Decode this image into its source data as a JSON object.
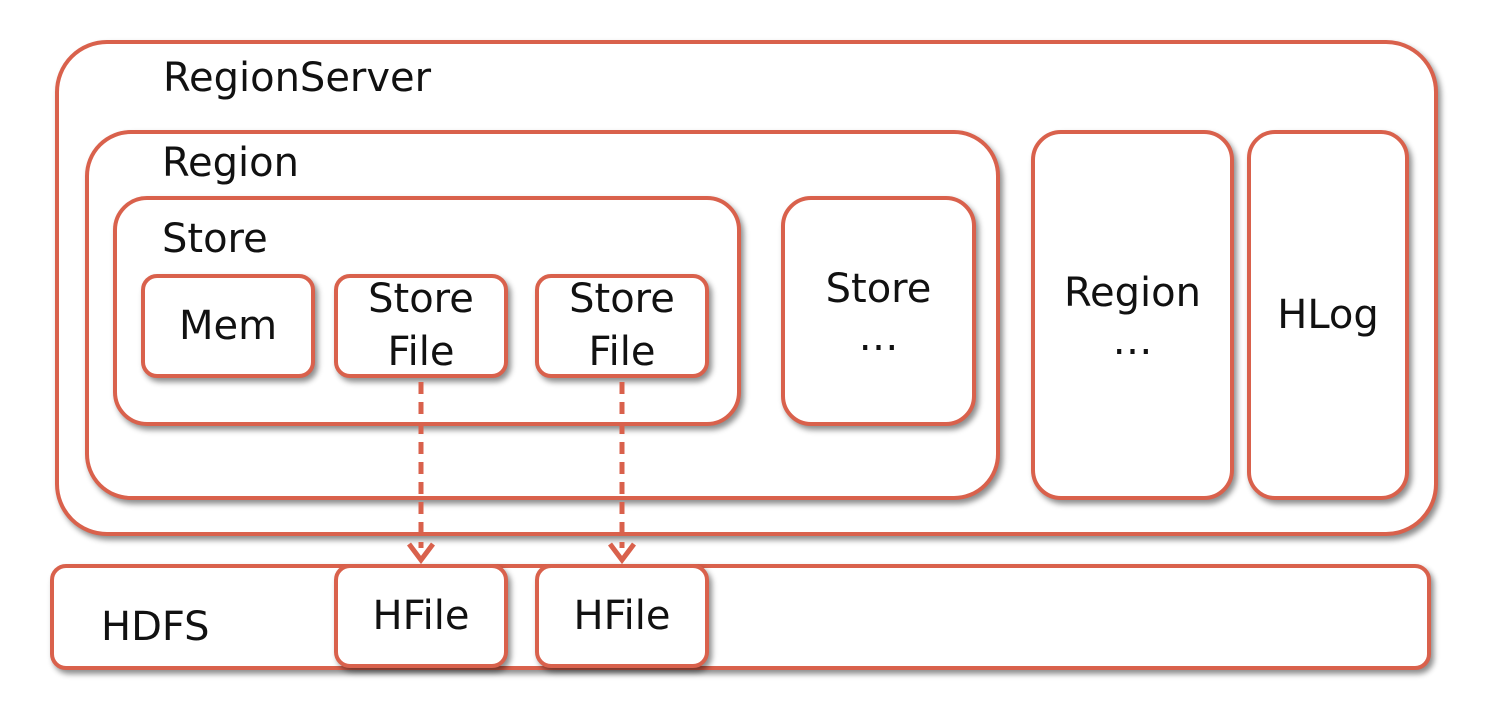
{
  "diagram": {
    "region_server": {
      "label": "RegionServer"
    },
    "region": {
      "label": "Region"
    },
    "store": {
      "label": "Store",
      "mem": "Mem",
      "store_file_1": {
        "line1": "Store",
        "line2": "File"
      },
      "store_file_2": {
        "line1": "Store",
        "line2": "File"
      }
    },
    "store_more": {
      "line1": "Store",
      "line2": "…"
    },
    "region_more": {
      "line1": "Region",
      "line2": "…"
    },
    "hlog": {
      "label": "HLog"
    },
    "hdfs": {
      "label": "HDFS",
      "hfile_1": "HFile",
      "hfile_2": "HFile"
    },
    "colors": {
      "border": "#d9614c",
      "text": "#111111",
      "background": "#ffffff"
    }
  }
}
